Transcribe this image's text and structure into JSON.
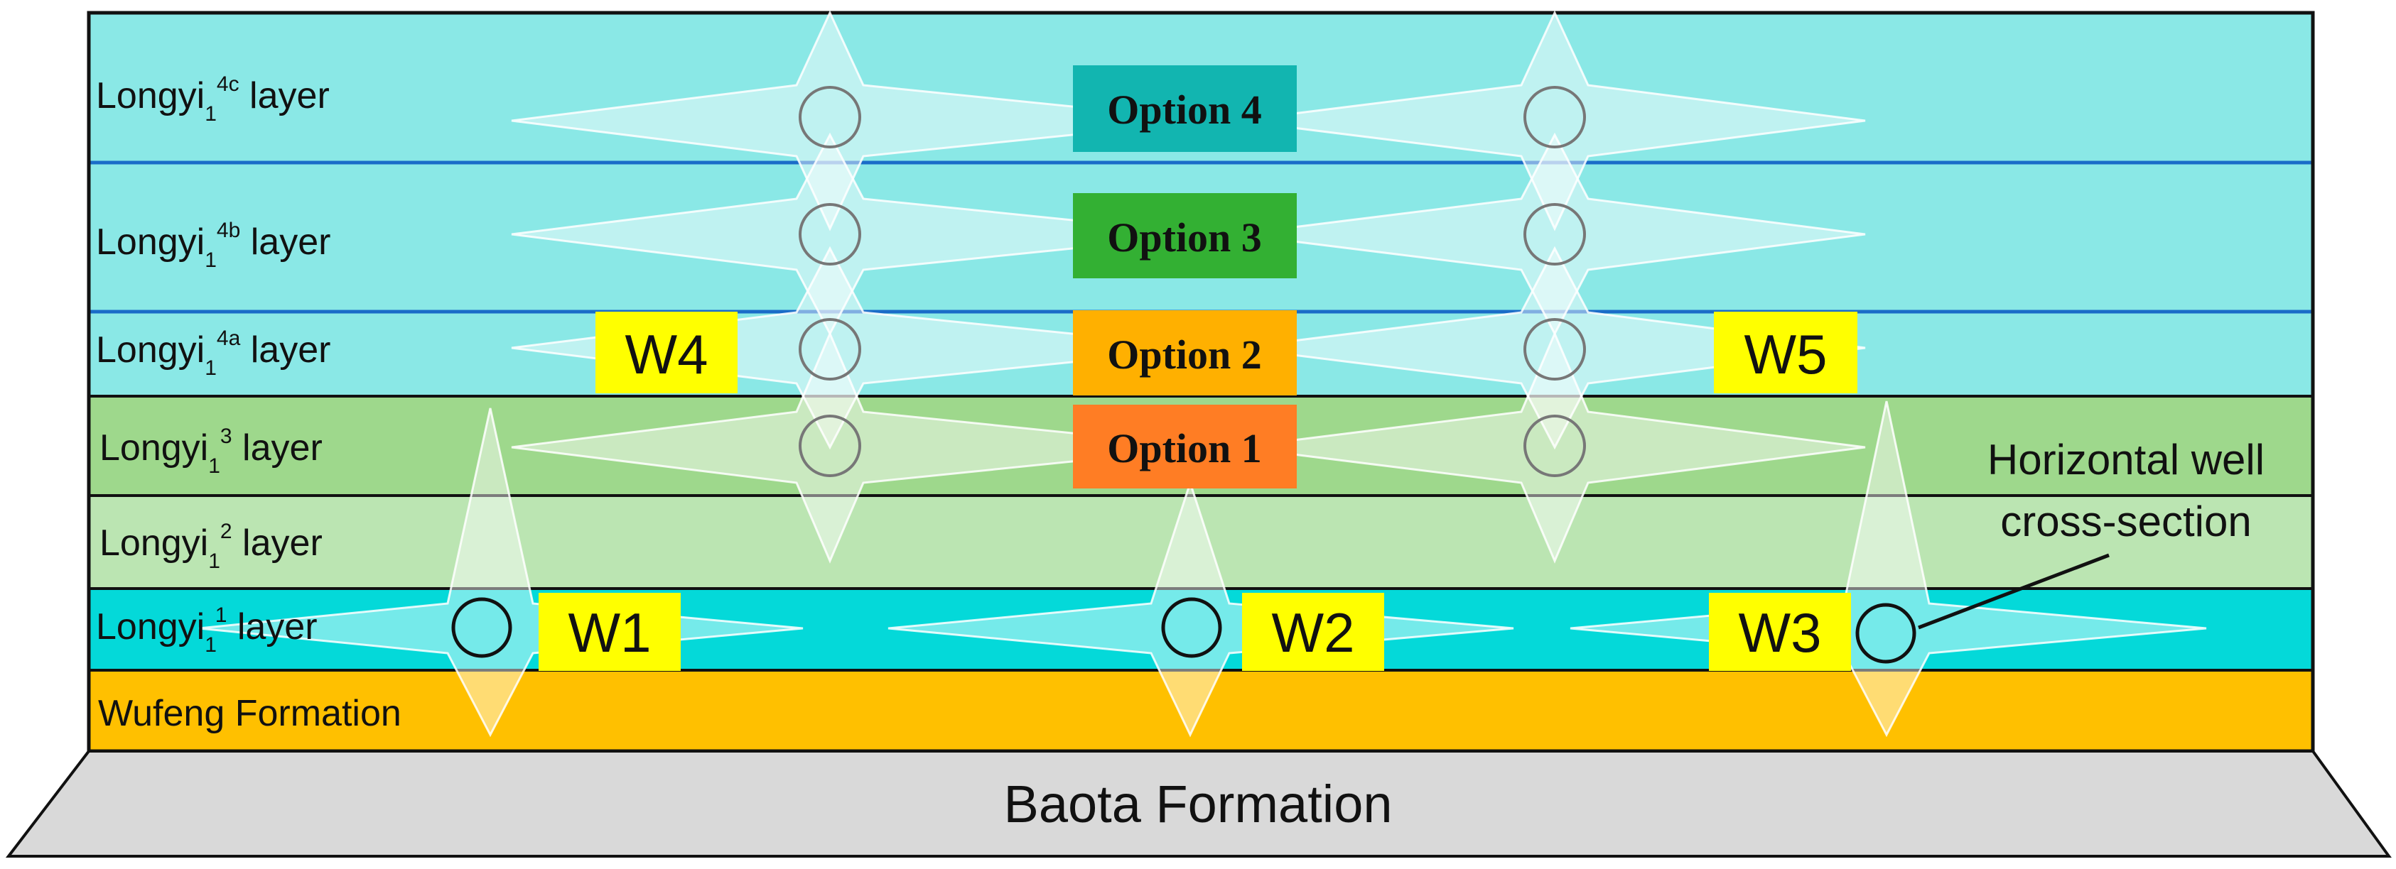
{
  "layers": [
    {
      "id": "4c",
      "base": "Longyi",
      "sub": "1",
      "sup": "4c",
      "suffix": " layer"
    },
    {
      "id": "4b",
      "base": "Longyi",
      "sub": "1",
      "sup": "4b",
      "suffix": " layer"
    },
    {
      "id": "4a",
      "base": "Longyi",
      "sub": "1",
      "sup": "4a",
      "suffix": " layer"
    },
    {
      "id": "3",
      "base": "Longyi",
      "sub": "1",
      "sup": "3",
      "suffix": " layer"
    },
    {
      "id": "2",
      "base": "Longyi",
      "sub": "1",
      "sup": "2",
      "suffix": " layer"
    },
    {
      "id": "1",
      "base": "Longyi",
      "sub": "1",
      "sup": "1",
      "suffix": " layer"
    }
  ],
  "wufeng_label": "Wufeng Formation",
  "baota_label": "Baota Formation",
  "options": [
    {
      "id": "4",
      "label": "Option 4",
      "color": "#12b5b0"
    },
    {
      "id": "3",
      "label": "Option 3",
      "color": "#33b033"
    },
    {
      "id": "2",
      "label": "Option 2",
      "color": "#ffb000"
    },
    {
      "id": "1",
      "label": "Option 1",
      "color": "#ff7d24"
    }
  ],
  "wells": [
    {
      "id": "W1",
      "label": "W1"
    },
    {
      "id": "W2",
      "label": "W2"
    },
    {
      "id": "W3",
      "label": "W3"
    },
    {
      "id": "W4",
      "label": "W4"
    },
    {
      "id": "W5",
      "label": "W5"
    }
  ],
  "annotation": {
    "line1": "Horizontal well",
    "line2": "cross-section"
  },
  "colors": {
    "layer_4": "#8ae8e6",
    "layer_3": "#9ed88c",
    "layer_2": "#bbe5b2",
    "layer_1": "#04d9d9",
    "wufeng": "#ffc000",
    "baota": "#d9d9d9",
    "well_label_bg": "#ffff00",
    "boundary_blue": "#1a6cc8"
  }
}
